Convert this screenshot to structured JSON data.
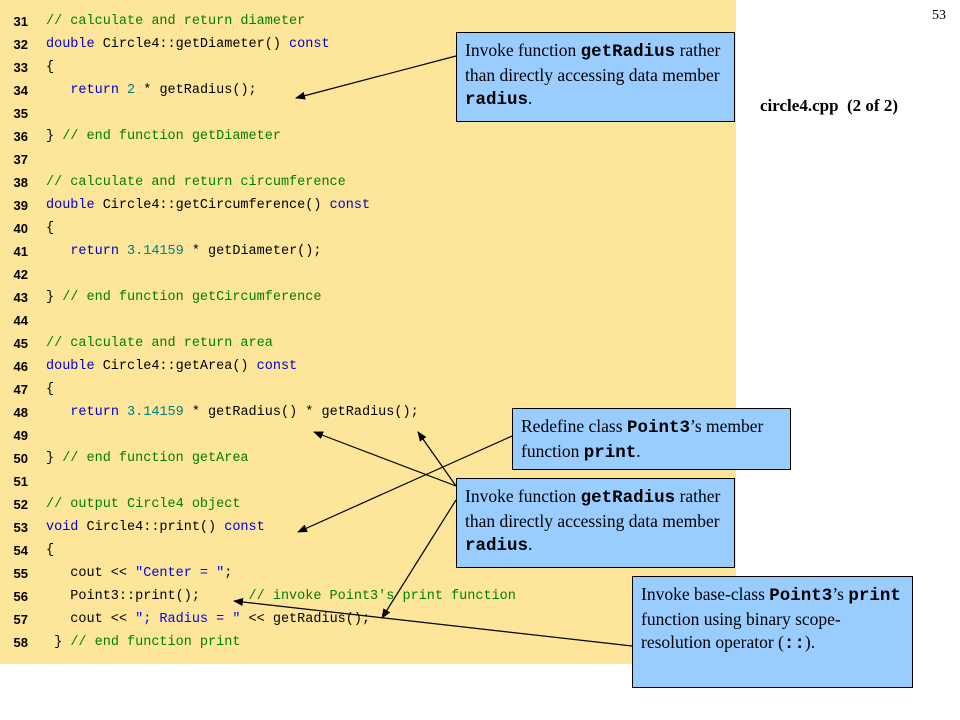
{
  "page_number": "53",
  "file_label": "circle4.cpp  (2 of 2)",
  "colors": {
    "code_background": "#fde59a",
    "callout_background": "#99ccff",
    "comment": "#008000",
    "keyword": "#0000cc",
    "number": "#008080",
    "string": "#0000ff"
  },
  "code_lines": [
    {
      "num": "31",
      "tokens": [
        {
          "t": "// calculate and return diameter",
          "c": "cm"
        }
      ]
    },
    {
      "num": "32",
      "tokens": [
        {
          "t": "double",
          "c": "kw"
        },
        {
          "t": " Circle4::getDiameter() ",
          "c": "pl"
        },
        {
          "t": "const",
          "c": "kw"
        }
      ]
    },
    {
      "num": "33",
      "tokens": [
        {
          "t": "{",
          "c": "pl"
        }
      ]
    },
    {
      "num": "34",
      "tokens": [
        {
          "t": "   ",
          "c": "pl"
        },
        {
          "t": "return",
          "c": "kw"
        },
        {
          "t": " ",
          "c": "pl"
        },
        {
          "t": "2",
          "c": "num"
        },
        {
          "t": " * getRadius();",
          "c": "pl"
        }
      ]
    },
    {
      "num": "35",
      "tokens": []
    },
    {
      "num": "36",
      "tokens": [
        {
          "t": "} ",
          "c": "pl"
        },
        {
          "t": "// end function getDiameter",
          "c": "cm"
        }
      ]
    },
    {
      "num": "37",
      "tokens": []
    },
    {
      "num": "38",
      "tokens": [
        {
          "t": "// calculate and return circumference",
          "c": "cm"
        }
      ]
    },
    {
      "num": "39",
      "tokens": [
        {
          "t": "double",
          "c": "kw"
        },
        {
          "t": " Circle4::getCircumference() ",
          "c": "pl"
        },
        {
          "t": "const",
          "c": "kw"
        }
      ]
    },
    {
      "num": "40",
      "tokens": [
        {
          "t": "{",
          "c": "pl"
        }
      ]
    },
    {
      "num": "41",
      "tokens": [
        {
          "t": "   ",
          "c": "pl"
        },
        {
          "t": "return",
          "c": "kw"
        },
        {
          "t": " ",
          "c": "pl"
        },
        {
          "t": "3.14159",
          "c": "num"
        },
        {
          "t": " * getDiameter();",
          "c": "pl"
        }
      ]
    },
    {
      "num": "42",
      "tokens": []
    },
    {
      "num": "43",
      "tokens": [
        {
          "t": "} ",
          "c": "pl"
        },
        {
          "t": "// end function getCircumference",
          "c": "cm"
        }
      ]
    },
    {
      "num": "44",
      "tokens": []
    },
    {
      "num": "45",
      "tokens": [
        {
          "t": "// calculate and return area",
          "c": "cm"
        }
      ]
    },
    {
      "num": "46",
      "tokens": [
        {
          "t": "double",
          "c": "kw"
        },
        {
          "t": " Circle4::getArea() ",
          "c": "pl"
        },
        {
          "t": "const",
          "c": "kw"
        }
      ]
    },
    {
      "num": "47",
      "tokens": [
        {
          "t": "{",
          "c": "pl"
        }
      ]
    },
    {
      "num": "48",
      "tokens": [
        {
          "t": "   ",
          "c": "pl"
        },
        {
          "t": "return",
          "c": "kw"
        },
        {
          "t": " ",
          "c": "pl"
        },
        {
          "t": "3.14159",
          "c": "num"
        },
        {
          "t": " * getRadius() * getRadius();",
          "c": "pl"
        }
      ]
    },
    {
      "num": "49",
      "tokens": []
    },
    {
      "num": "50",
      "tokens": [
        {
          "t": "} ",
          "c": "pl"
        },
        {
          "t": "// end function getArea",
          "c": "cm"
        }
      ]
    },
    {
      "num": "51",
      "tokens": []
    },
    {
      "num": "52",
      "tokens": [
        {
          "t": "// output Circle4 object",
          "c": "cm"
        }
      ]
    },
    {
      "num": "53",
      "tokens": [
        {
          "t": "void",
          "c": "kw"
        },
        {
          "t": " Circle4::print() ",
          "c": "pl"
        },
        {
          "t": "const",
          "c": "kw"
        }
      ]
    },
    {
      "num": "54",
      "tokens": [
        {
          "t": "{",
          "c": "pl"
        }
      ]
    },
    {
      "num": "55",
      "tokens": [
        {
          "t": "   cout << ",
          "c": "pl"
        },
        {
          "t": "\"Center = \"",
          "c": "str"
        },
        {
          "t": ";",
          "c": "pl"
        }
      ]
    },
    {
      "num": "56",
      "tokens": [
        {
          "t": "   Point3::print(); ",
          "c": "pl"
        },
        {
          "t": "     // invoke Point3's print function",
          "c": "cm"
        }
      ]
    },
    {
      "num": "57",
      "tokens": [
        {
          "t": "   cout << ",
          "c": "pl"
        },
        {
          "t": "\"; Radius = \"",
          "c": "str"
        },
        {
          "t": " << getRadius();",
          "c": "pl"
        }
      ]
    },
    {
      "num": "58",
      "tokens": [
        {
          "t": " } ",
          "c": "pl"
        },
        {
          "t": "// end function print",
          "c": "cm"
        }
      ]
    }
  ],
  "callouts": [
    {
      "id": "getradius-top",
      "parts": [
        {
          "t": "Invoke function ",
          "m": false
        },
        {
          "t": "getRadius",
          "m": true
        },
        {
          "t": " rather than directly accessing data member ",
          "m": false
        },
        {
          "t": "radius",
          "m": true
        },
        {
          "t": ".",
          "m": false
        }
      ]
    },
    {
      "id": "redefine-print",
      "parts": [
        {
          "t": "Redefine class ",
          "m": false
        },
        {
          "t": "Point3",
          "m": true
        },
        {
          "t": "’s member function ",
          "m": false
        },
        {
          "t": "print",
          "m": true
        },
        {
          "t": ".",
          "m": false
        }
      ]
    },
    {
      "id": "getradius-bottom",
      "parts": [
        {
          "t": "Invoke function ",
          "m": false
        },
        {
          "t": "getRadius",
          "m": true
        },
        {
          "t": " rather than directly accessing data member ",
          "m": false
        },
        {
          "t": "radius",
          "m": true
        },
        {
          "t": ".",
          "m": false
        }
      ]
    },
    {
      "id": "base-class-print",
      "parts": [
        {
          "t": "Invoke base-class ",
          "m": false
        },
        {
          "t": "Point3",
          "m": true
        },
        {
          "t": "’s ",
          "m": false
        },
        {
          "t": "print",
          "m": true
        },
        {
          "t": " function using binary scope-resolution operator (",
          "m": false
        },
        {
          "t": "::",
          "m": true
        },
        {
          "t": ").",
          "m": false
        }
      ]
    }
  ]
}
